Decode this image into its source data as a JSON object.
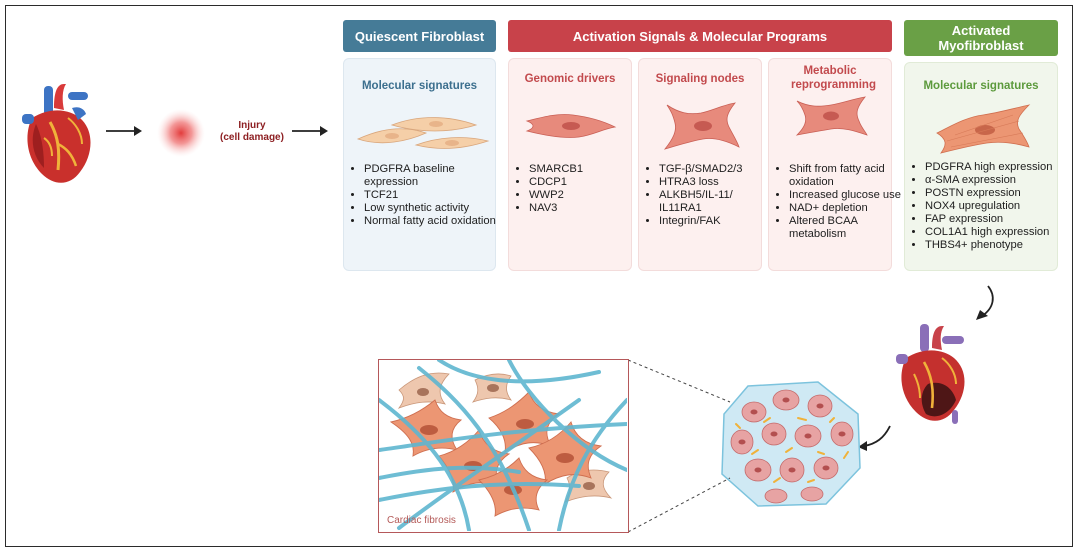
{
  "injury": {
    "line1": "Injury",
    "line2": "(cell damage)"
  },
  "quiescent": {
    "header": "Quiescent Fibroblast",
    "subtitle": "Molecular signatures",
    "items": [
      "PDGFRA baseline expression",
      "TCF21",
      "Low synthetic activity",
      "Normal fatty acid oxidation"
    ]
  },
  "activation": {
    "header": "Activation Signals & Molecular Programs",
    "genomic": {
      "title": "Genomic drivers",
      "items": [
        "SMARCB1",
        "CDCP1",
        "WWP2",
        "NAV3"
      ]
    },
    "signaling": {
      "title": "Signaling nodes",
      "items": [
        "TGF-β/SMAD2/3",
        "HTRA3 loss",
        "ALKBH5/IL-11/ IL11RA1",
        "Integrin/FAK"
      ]
    },
    "metabolic": {
      "title": "Metabolic reprogramming",
      "items": [
        "Shift from fatty acid oxidation",
        "Increased glucose use",
        "NAD+ depletion",
        "Altered BCAA metabolism"
      ]
    }
  },
  "activated": {
    "header": "Activated Myofibroblast",
    "subtitle": "Molecular signatures",
    "items": [
      "PDGFRA high expression",
      "α-SMA expression",
      "POSTN expression",
      "NOX4 upregulation",
      "FAP expression",
      "COL1A1 high expression",
      "THBS4+ phenotype"
    ]
  },
  "fibrosis": {
    "label": "Cardiac fibrosis"
  },
  "colors": {
    "quiescent_header": "#457b97",
    "quiescent_panel": "#eef4f9",
    "quiescent_text": "#3c6f8e",
    "activation_header": "#c8424a",
    "activation_panel": "#fdf0ef",
    "activation_text": "#c24a4d",
    "activated_header": "#6aa046",
    "activated_panel": "#f1f6ec",
    "activated_text": "#5c9a3c",
    "cell_pink": "#e78a7c",
    "cell_orange": "#ec9673",
    "cell_beige": "#f5cfa8",
    "collagen": "#5fb6d0"
  }
}
